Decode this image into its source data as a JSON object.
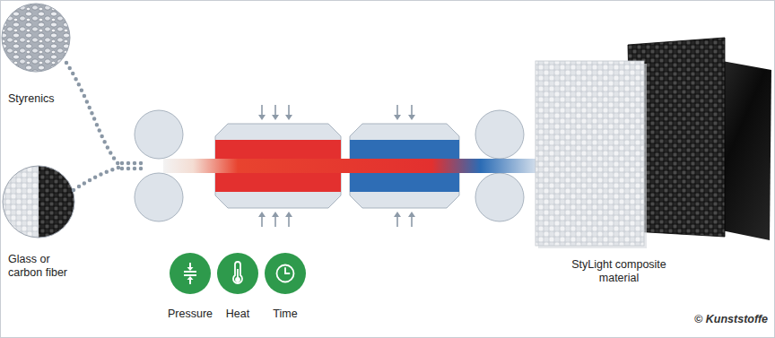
{
  "diagram": {
    "nodes": [
      {
        "text": [
          "Styrenics"
        ]
      },
      {
        "text": [
          "Glass or carbon fiber"
        ]
      },
      {
        "text": [
          "StyLight composite material"
        ]
      },
      {
        "text": [
          "Pressure"
        ]
      },
      {
        "text": [
          "Heat"
        ]
      },
      {
        "text": [
          "Time"
        ]
      }
    ],
    "labels": [
      "© Kunststoffe"
    ]
  }
}
